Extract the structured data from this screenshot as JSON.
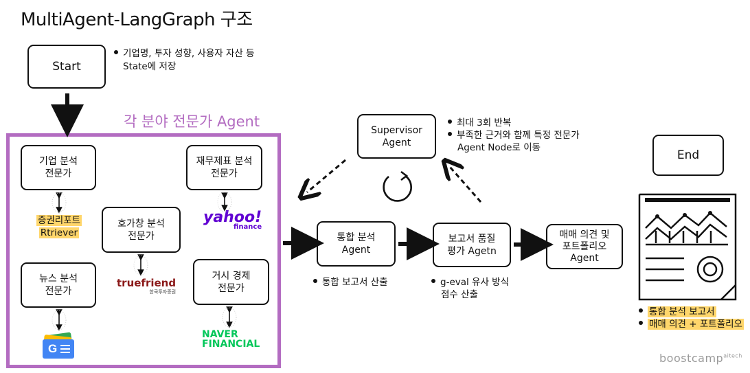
{
  "title": "MultiAgent-LangGraph 구조",
  "group_title": "각 분야 전문가 Agent",
  "nodes": {
    "start": "Start",
    "company": "기업 분석\n전문가",
    "finance": "재무제표 분석\n전문가",
    "hoga": "호가창 분석\n전문가",
    "news": "뉴스 분석\n전문가",
    "macro": "거시 경제\n전문가",
    "supervisor": "Supervisor\nAgent",
    "integrated": "통합 분석\nAgent",
    "quality": "보고서 품질\n평가 Agetn",
    "trade": "매매 의견 및\n포트폴리오\nAgent",
    "end": "End"
  },
  "notes": {
    "start": [
      "기업명, 투자 성향, 사용자 자산 등",
      "State에 저장"
    ],
    "supervisor": [
      "최대 3회 반복",
      "부족한 근거와 함께 특정 전문가",
      "Agent Node로 이동"
    ],
    "integrated": "통합 보고서 산출",
    "quality": [
      "g-eval 유사 방식",
      "점수 산출"
    ],
    "end": [
      "통합 분석 보고서",
      "매매 의견 + 포트폴리오"
    ]
  },
  "tools": {
    "retriever": [
      "증권리포트",
      "Rtriever"
    ],
    "yahoo": [
      "yahoo!",
      "finance"
    ],
    "truefriend": [
      "truefriend",
      "한국투자증권"
    ],
    "naver": [
      "NAVER",
      "FINANCIAL"
    ],
    "google_news": "G"
  },
  "watermark": {
    "main": "boostcamp",
    "sup": "aitech"
  },
  "colors": {
    "accent": "#b36cc1",
    "highlight": "#ffd66b",
    "yahoo": "#6001d2",
    "naver": "#03c75a",
    "truefriend": "#8b1a1a"
  }
}
